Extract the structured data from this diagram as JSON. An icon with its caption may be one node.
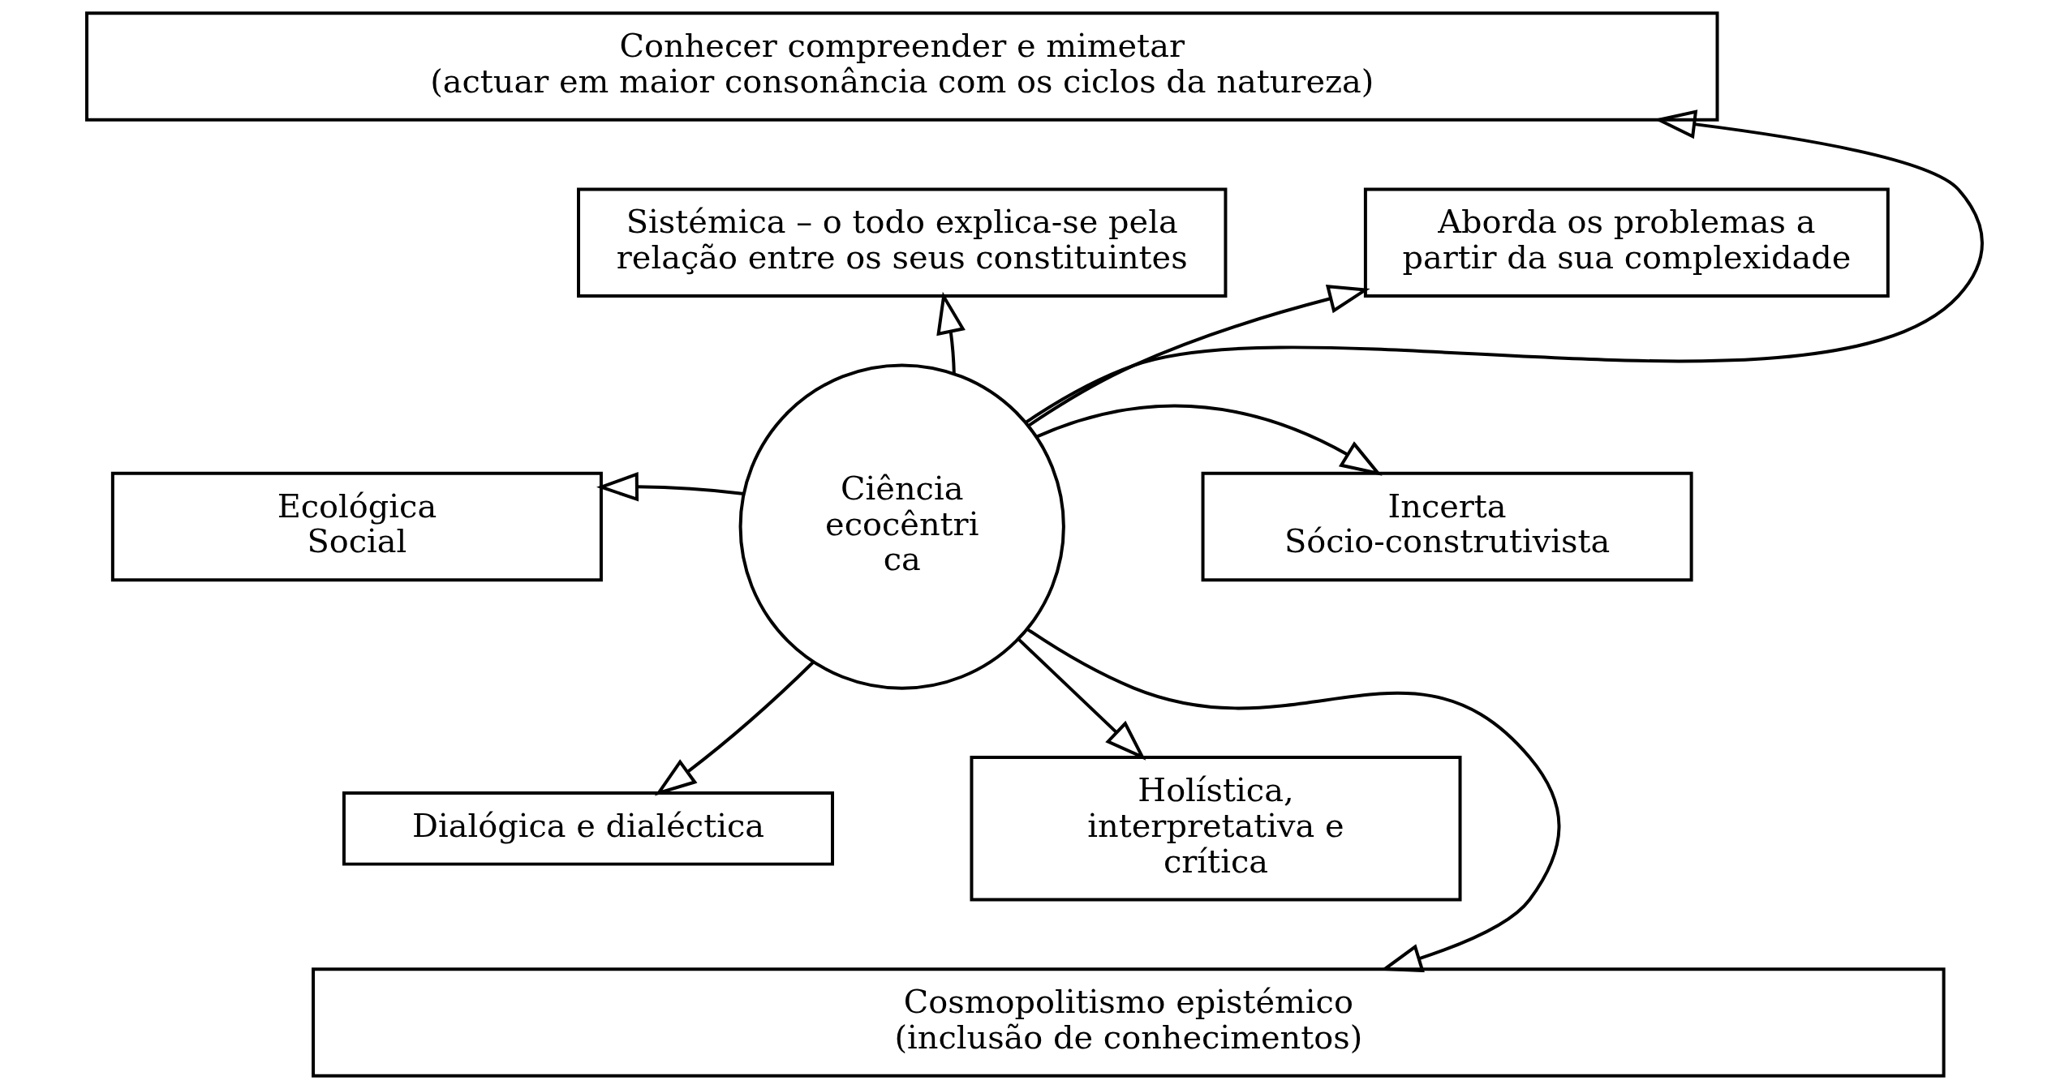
{
  "diagram": {
    "nodes": [
      {
        "text": [
          "Conhecer compreender e mimetar (actuar em maior consonância com os ciclos da natureza)"
        ]
      },
      {
        "text": [
          "Sistémica – o todo explica-se pela relação entre os seus constituintes"
        ]
      },
      {
        "text": [
          "Aborda os problemas a partir da sua complexidade"
        ]
      },
      {
        "text": [
          "Ecológica Social"
        ]
      },
      {
        "text": [
          "Ciência ecocêntri ca"
        ]
      },
      {
        "text": [
          "Incerta Sócio-construtivista"
        ]
      },
      {
        "text": [
          "Dialógica e dialéctica"
        ]
      },
      {
        "text": [
          "Holística, interpretativa e crítica"
        ]
      },
      {
        "text": [
          "Cosmopolitismo epistémico (inclusão de conhecimentos)"
        ]
      }
    ],
    "edges": [
      {
        "from": 4,
        "to": 0,
        "arrow": "to"
      },
      {
        "from": 4,
        "to": 2,
        "arrow": "to"
      },
      {
        "from": 4,
        "to": 5,
        "arrow": "to"
      },
      {
        "from": 4,
        "to": 7,
        "arrow": "to"
      },
      {
        "from": 4,
        "to": 8,
        "arrow": "to"
      },
      {
        "from": 4,
        "to": 6,
        "arrow": "to"
      },
      {
        "from": 4,
        "to": 3,
        "arrow": "to"
      },
      {
        "from": 4,
        "to": 1,
        "arrow": "to"
      }
    ]
  }
}
